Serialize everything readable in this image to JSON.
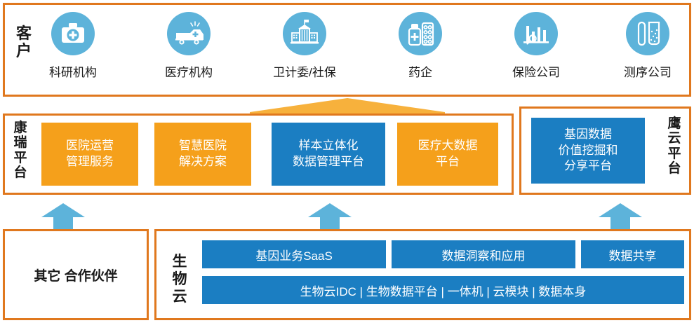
{
  "colors": {
    "frame_border": "#e0781e",
    "icon_circle": "#5db3da",
    "card_orange": "#f5a01b",
    "card_blue": "#1b7ec2",
    "arrow_blue": "#5db3da",
    "arrow_gold": "#f7b13c",
    "text_dark": "#1a1a1a",
    "background": "#ffffff"
  },
  "customers": {
    "section_label": "客\n户",
    "items": [
      {
        "label": "科研机构",
        "icon": "medical-kit-icon"
      },
      {
        "label": "医疗机构",
        "icon": "ambulance-icon"
      },
      {
        "label": "卫计委/社保",
        "icon": "government-building-icon"
      },
      {
        "label": "药企",
        "icon": "medicine-bottle-icon"
      },
      {
        "label": "保险公司",
        "icon": "bar-chart-icon"
      },
      {
        "label": "测序公司",
        "icon": "test-tube-icon"
      }
    ]
  },
  "kangrui": {
    "section_label": "康\n瑞\n平\n台",
    "cards": [
      {
        "label": "医院运营\n管理服务",
        "color": "orange"
      },
      {
        "label": "智慧医院\n解决方案",
        "color": "orange"
      },
      {
        "label": "样本立体化\n数据管理平台",
        "color": "blue"
      },
      {
        "label": "医疗大数据\n平台",
        "color": "orange"
      }
    ]
  },
  "yingyun": {
    "section_label": "鹰\n云\n平\n台",
    "cards": [
      {
        "label": "基因数据\n价值挖掘和\n分享平台",
        "color": "blue"
      }
    ]
  },
  "partners": {
    "label": "其它 合作伙伴"
  },
  "biocloud": {
    "section_label": "生\n物\n云",
    "top_bars": [
      {
        "label": "基因业务SaaS"
      },
      {
        "label": "数据洞察和应用"
      },
      {
        "label": "数据共享"
      }
    ],
    "bottom_bar": {
      "label": "生物云IDC | 生物数据平台 | 一体机 | 云模块 | 数据本身"
    }
  },
  "arrows": {
    "gold_arrow": "gold-up-arrow-icon",
    "blue_arrows": [
      "blue-up-arrow-icon",
      "blue-up-arrow-icon",
      "blue-up-arrow-icon"
    ]
  }
}
